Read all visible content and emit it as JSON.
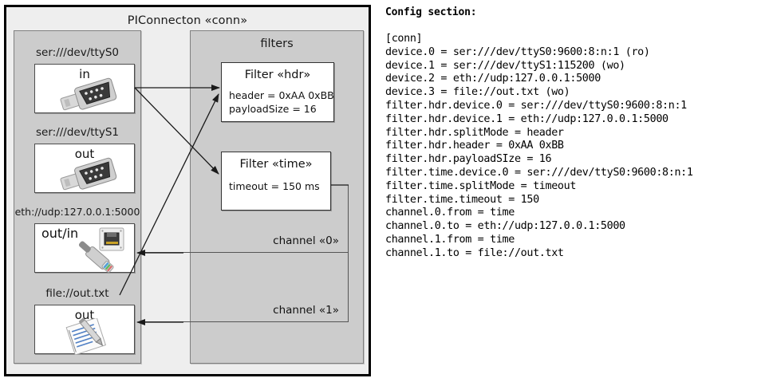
{
  "diagram": {
    "title": "PIConnecton «conn»",
    "devices_group": {
      "title": "",
      "items": [
        {
          "label": "ser:///dev/ttyS0",
          "direction": "in",
          "icon": "serial-port-icon"
        },
        {
          "label": "ser:///dev/ttyS1",
          "direction": "out",
          "icon": "serial-port-icon"
        },
        {
          "label": "eth://udp:127.0.0.1:5000",
          "direction": "out/in",
          "icon": "ethernet-jack-icon"
        },
        {
          "label": "file://out.txt",
          "direction": "out",
          "icon": "text-file-icon"
        }
      ]
    },
    "filters_group": {
      "title": "filters",
      "items": [
        {
          "title": "Filter «hdr»",
          "attrs": [
            "header = 0xAA 0xBB",
            "payloadSize = 16"
          ]
        },
        {
          "title": "Filter «time»",
          "attrs": [
            "timeout = 150 ms"
          ]
        }
      ]
    },
    "channels": [
      {
        "label": "channel «0»"
      },
      {
        "label": "channel «1»"
      }
    ]
  },
  "config": {
    "heading": "Config section:",
    "lines": [
      "[conn]",
      "device.0 = ser:///dev/ttyS0:9600:8:n:1 (ro)",
      "device.1 = ser:///dev/ttyS1:115200 (wo)",
      "device.2 = eth://udp:127.0.0.1:5000",
      "device.3 = file://out.txt (wo)",
      "filter.hdr.device.0 = ser:///dev/ttyS0:9600:8:n:1",
      "filter.hdr.device.1 = eth://udp:127.0.0.1:5000",
      "filter.hdr.splitMode = header",
      "filter.hdr.header = 0xAA 0xBB",
      "filter.hdr.payloadSIze = 16",
      "filter.time.device.0 = ser:///dev/ttyS0:9600:8:n:1",
      "filter.time.splitMode = timeout",
      "filter.time.timeout = 150",
      "channel.0.from = time",
      "channel.0.to = eth://udp:127.0.0.1:5000",
      "channel.1.from = time",
      "channel.1.to = file://out.txt"
    ]
  },
  "colors": {
    "page_bg": "#ffffff",
    "outer_fill": "#eeeeee",
    "group_fill": "#cccccc",
    "cell_fill": "#ffffff",
    "outline": "#000000",
    "wire": "#1a1a1a"
  }
}
